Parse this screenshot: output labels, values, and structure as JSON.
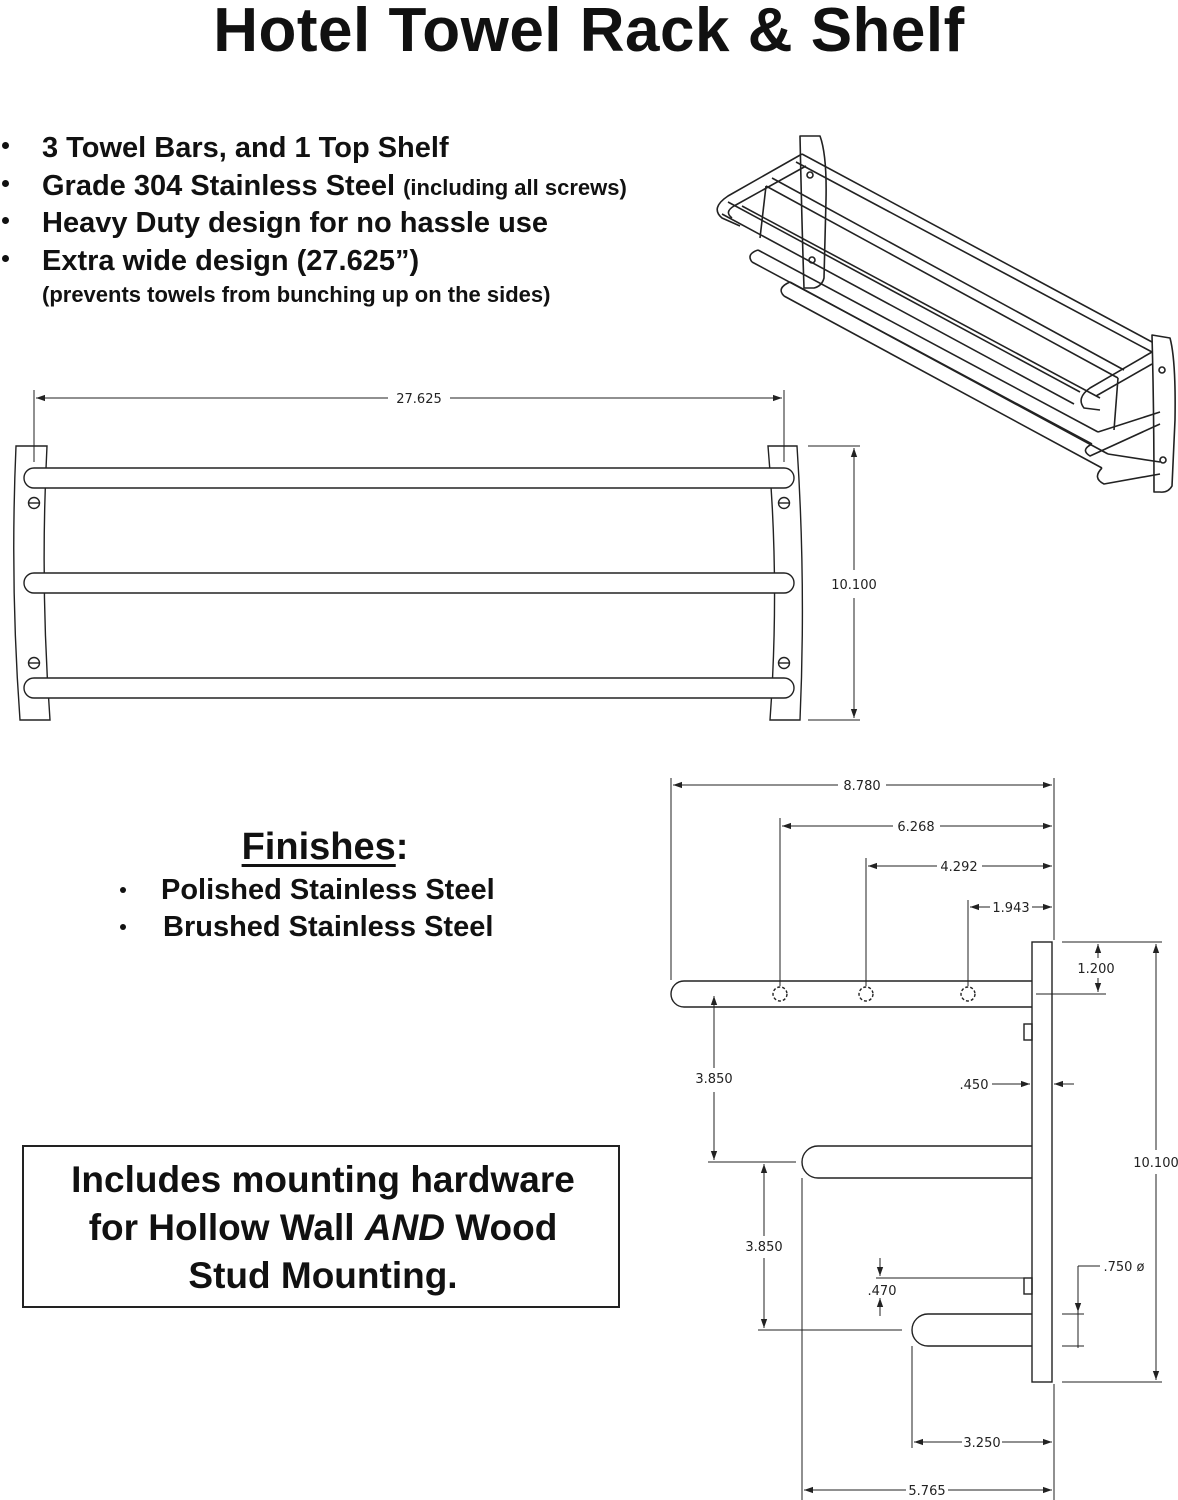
{
  "title": "Hotel Towel Rack & Shelf",
  "features": [
    {
      "main": "3 Towel Bars, and 1 Top Shelf",
      "note": ""
    },
    {
      "main": "Grade 304 Stainless Steel",
      "note": "(including all screws)"
    },
    {
      "main": "Heavy Duty design for no hassle use",
      "note": ""
    },
    {
      "main": "Extra wide design (27.625”)",
      "note": ""
    }
  ],
  "feature_subnote": "(prevents towels from bunching up on the sides)",
  "finishes": {
    "heading": "Finishes",
    "colon": ":",
    "items": [
      "Polished Stainless Steel",
      "Brushed Stainless Steel"
    ]
  },
  "hardware": {
    "line1": "Includes mounting hardware",
    "line2_a": "for Hollow Wall ",
    "line2_em": "AND",
    "line2_b": " Wood",
    "line3": "Stud Mounting."
  },
  "front_view": {
    "width": "27.625",
    "height": "10.100"
  },
  "side_view": {
    "d_8780": "8.780",
    "d_6268": "6.268",
    "d_4292": "4.292",
    "d_1943": "1.943",
    "d_1200": "1.200",
    "d_3850_a": "3.850",
    "d_0450": ".450",
    "d_10100": "10.100",
    "d_3850_b": "3.850",
    "d_0750": ".750 ø",
    "d_0470": ".470",
    "d_3250": "3.250",
    "d_5765": "5.765"
  }
}
